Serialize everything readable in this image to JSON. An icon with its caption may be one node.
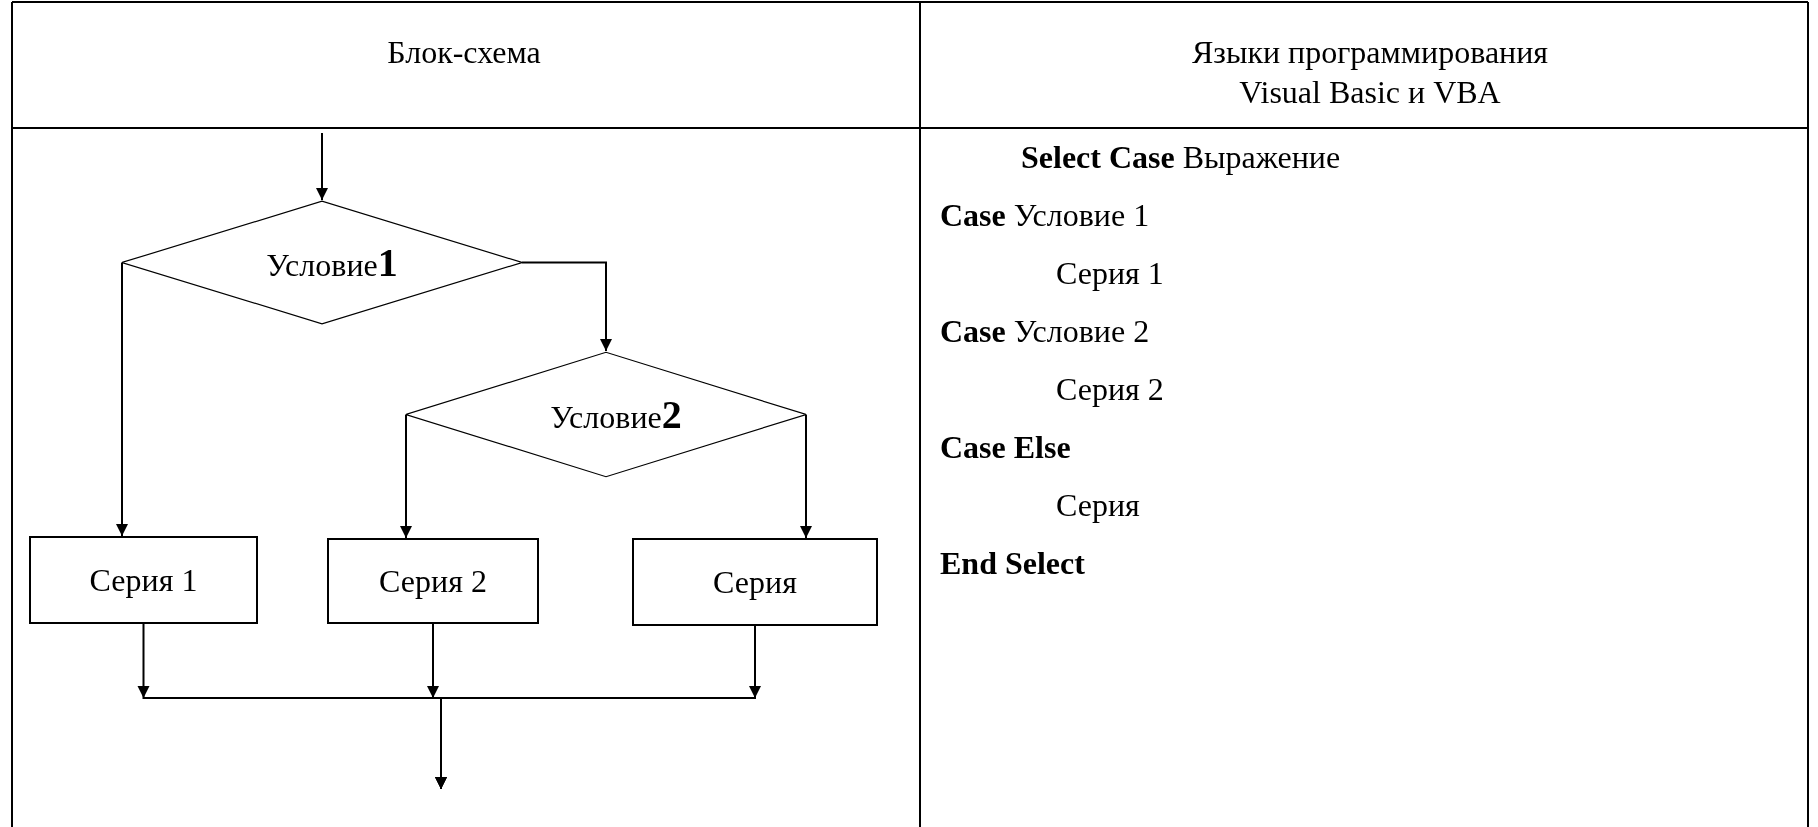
{
  "diagram": {
    "nodes": [
      {
        "text": [
          "Условие**1**"
        ]
      },
      {
        "text": [
          "Условие**2**"
        ]
      },
      {
        "text": [
          "Серия 1"
        ]
      },
      {
        "text": [
          "Серия 2"
        ]
      },
      {
        "text": [
          "Серия"
        ]
      }
    ],
    "edges": [
      {
        "from": null,
        "to": 0,
        "arrow": "to"
      },
      {
        "from": 0,
        "to": 2,
        "arrow": "to"
      },
      {
        "from": 0,
        "to": 1,
        "arrow": "to"
      },
      {
        "from": 1,
        "to": 3,
        "arrow": "to"
      },
      {
        "from": 1,
        "to": 4,
        "arrow": "to"
      },
      {
        "from": 2,
        "to": null,
        "arrow": "to"
      },
      {
        "from": 3,
        "to": null,
        "arrow": "to"
      },
      {
        "from": 4,
        "to": null,
        "arrow": "to"
      }
    ],
    "labels": [
      "Блок-схема",
      "Языки программирования Visual Basic и VBA",
      "**Select Case** Выражение",
      "**Case** Условие 1",
      "Серия 1",
      "**Case** Условие 2",
      "Серия 2",
      "Case Else",
      "Серия",
      "End Select"
    ]
  }
}
